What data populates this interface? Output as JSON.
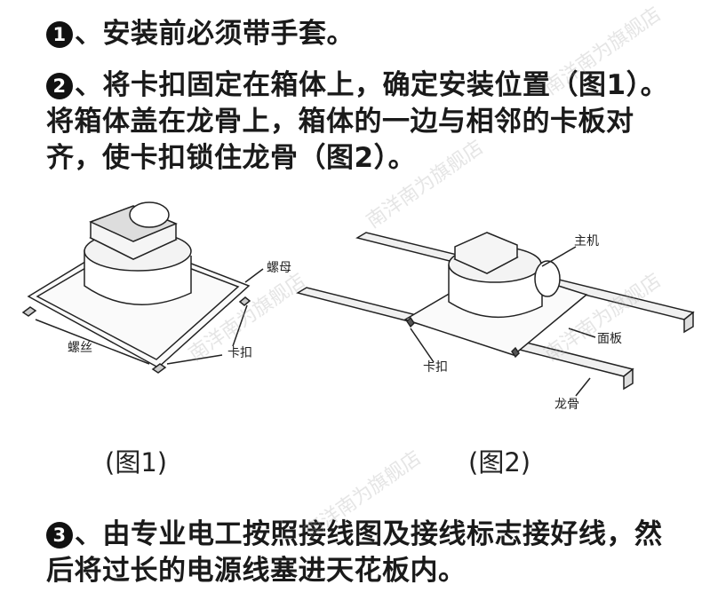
{
  "steps": [
    {
      "badge": "1",
      "text": "、安装前必须带手套。"
    },
    {
      "badge": "2",
      "text": "、将卡扣固定在箱体上，确定安装位置（图1）。将箱体盖在龙骨上，箱体的一边与相邻的卡板对齐，使卡扣锁住龙骨（图2）。"
    },
    {
      "badge": "3",
      "text": "、由专业电工按照接线图及接线标志接好线，然后将过长的电源线塞进天花板内。"
    }
  ],
  "figure1": {
    "caption": "(图1)",
    "labels": {
      "nut": "螺母",
      "screw": "螺丝",
      "clip": "卡扣"
    }
  },
  "figure2": {
    "caption": "(图2)",
    "labels": {
      "main_unit": "主机",
      "panel": "面板",
      "clip": "卡扣",
      "keel": "龙骨"
    }
  },
  "watermark": "南洋南为旗舰店"
}
